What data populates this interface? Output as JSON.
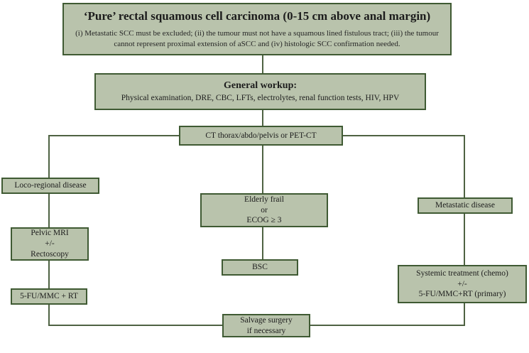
{
  "colors": {
    "box_fill": "#b9c3ac",
    "box_border": "#3f5a33",
    "connector_line": "#4e6243",
    "text": "#1c1c1c",
    "background": "#ffffff"
  },
  "title_box": {
    "title": "‘Pure’ rectal squamous cell carcinoma (0-15 cm above anal margin)",
    "note": "(i) Metastatic SCC must be excluded; (ii) the tumour must not have a squamous lined fistulous tract; (iii) the tumour cannot represent proximal extension of aSCC and (iv) histologic SCC confirmation needed."
  },
  "workup_box": {
    "heading": "General workup:",
    "details": "Physical examination, DRE, CBC, LFTs, electrolytes, renal function tests, HIV, HPV"
  },
  "nodes": {
    "ct": "CT thorax/abdo/pelvis or PET-CT",
    "loco_regional": "Loco-regional disease",
    "elderly_frail": "Elderly frail\nor\nECOG ≥ 3",
    "metastatic": "Metastatic disease",
    "pelvic_mri": "Pelvic MRI\n+/-\nRectoscopy",
    "bsc": "BSC",
    "systemic": "Systemic treatment (chemo)\n+/-\n5-FU/MMC+RT (primary)",
    "fu_mmc_rt": "5-FU/MMC + RT",
    "salvage": "Salvage surgery\nif necessary"
  }
}
